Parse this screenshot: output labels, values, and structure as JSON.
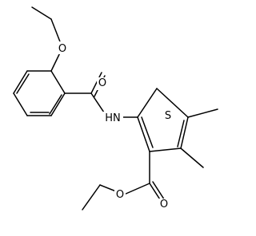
{
  "structure": {
    "atoms": {
      "ether_oxygen": "O",
      "amide_oxygen": "O",
      "amide_nh": "HN",
      "sulfur": "S",
      "ester_carbonyl_oxygen": "O",
      "ester_ether_oxygen": "O"
    }
  },
  "colors": {
    "bond": "#000000",
    "background": "#ffffff",
    "text": "#000000"
  }
}
